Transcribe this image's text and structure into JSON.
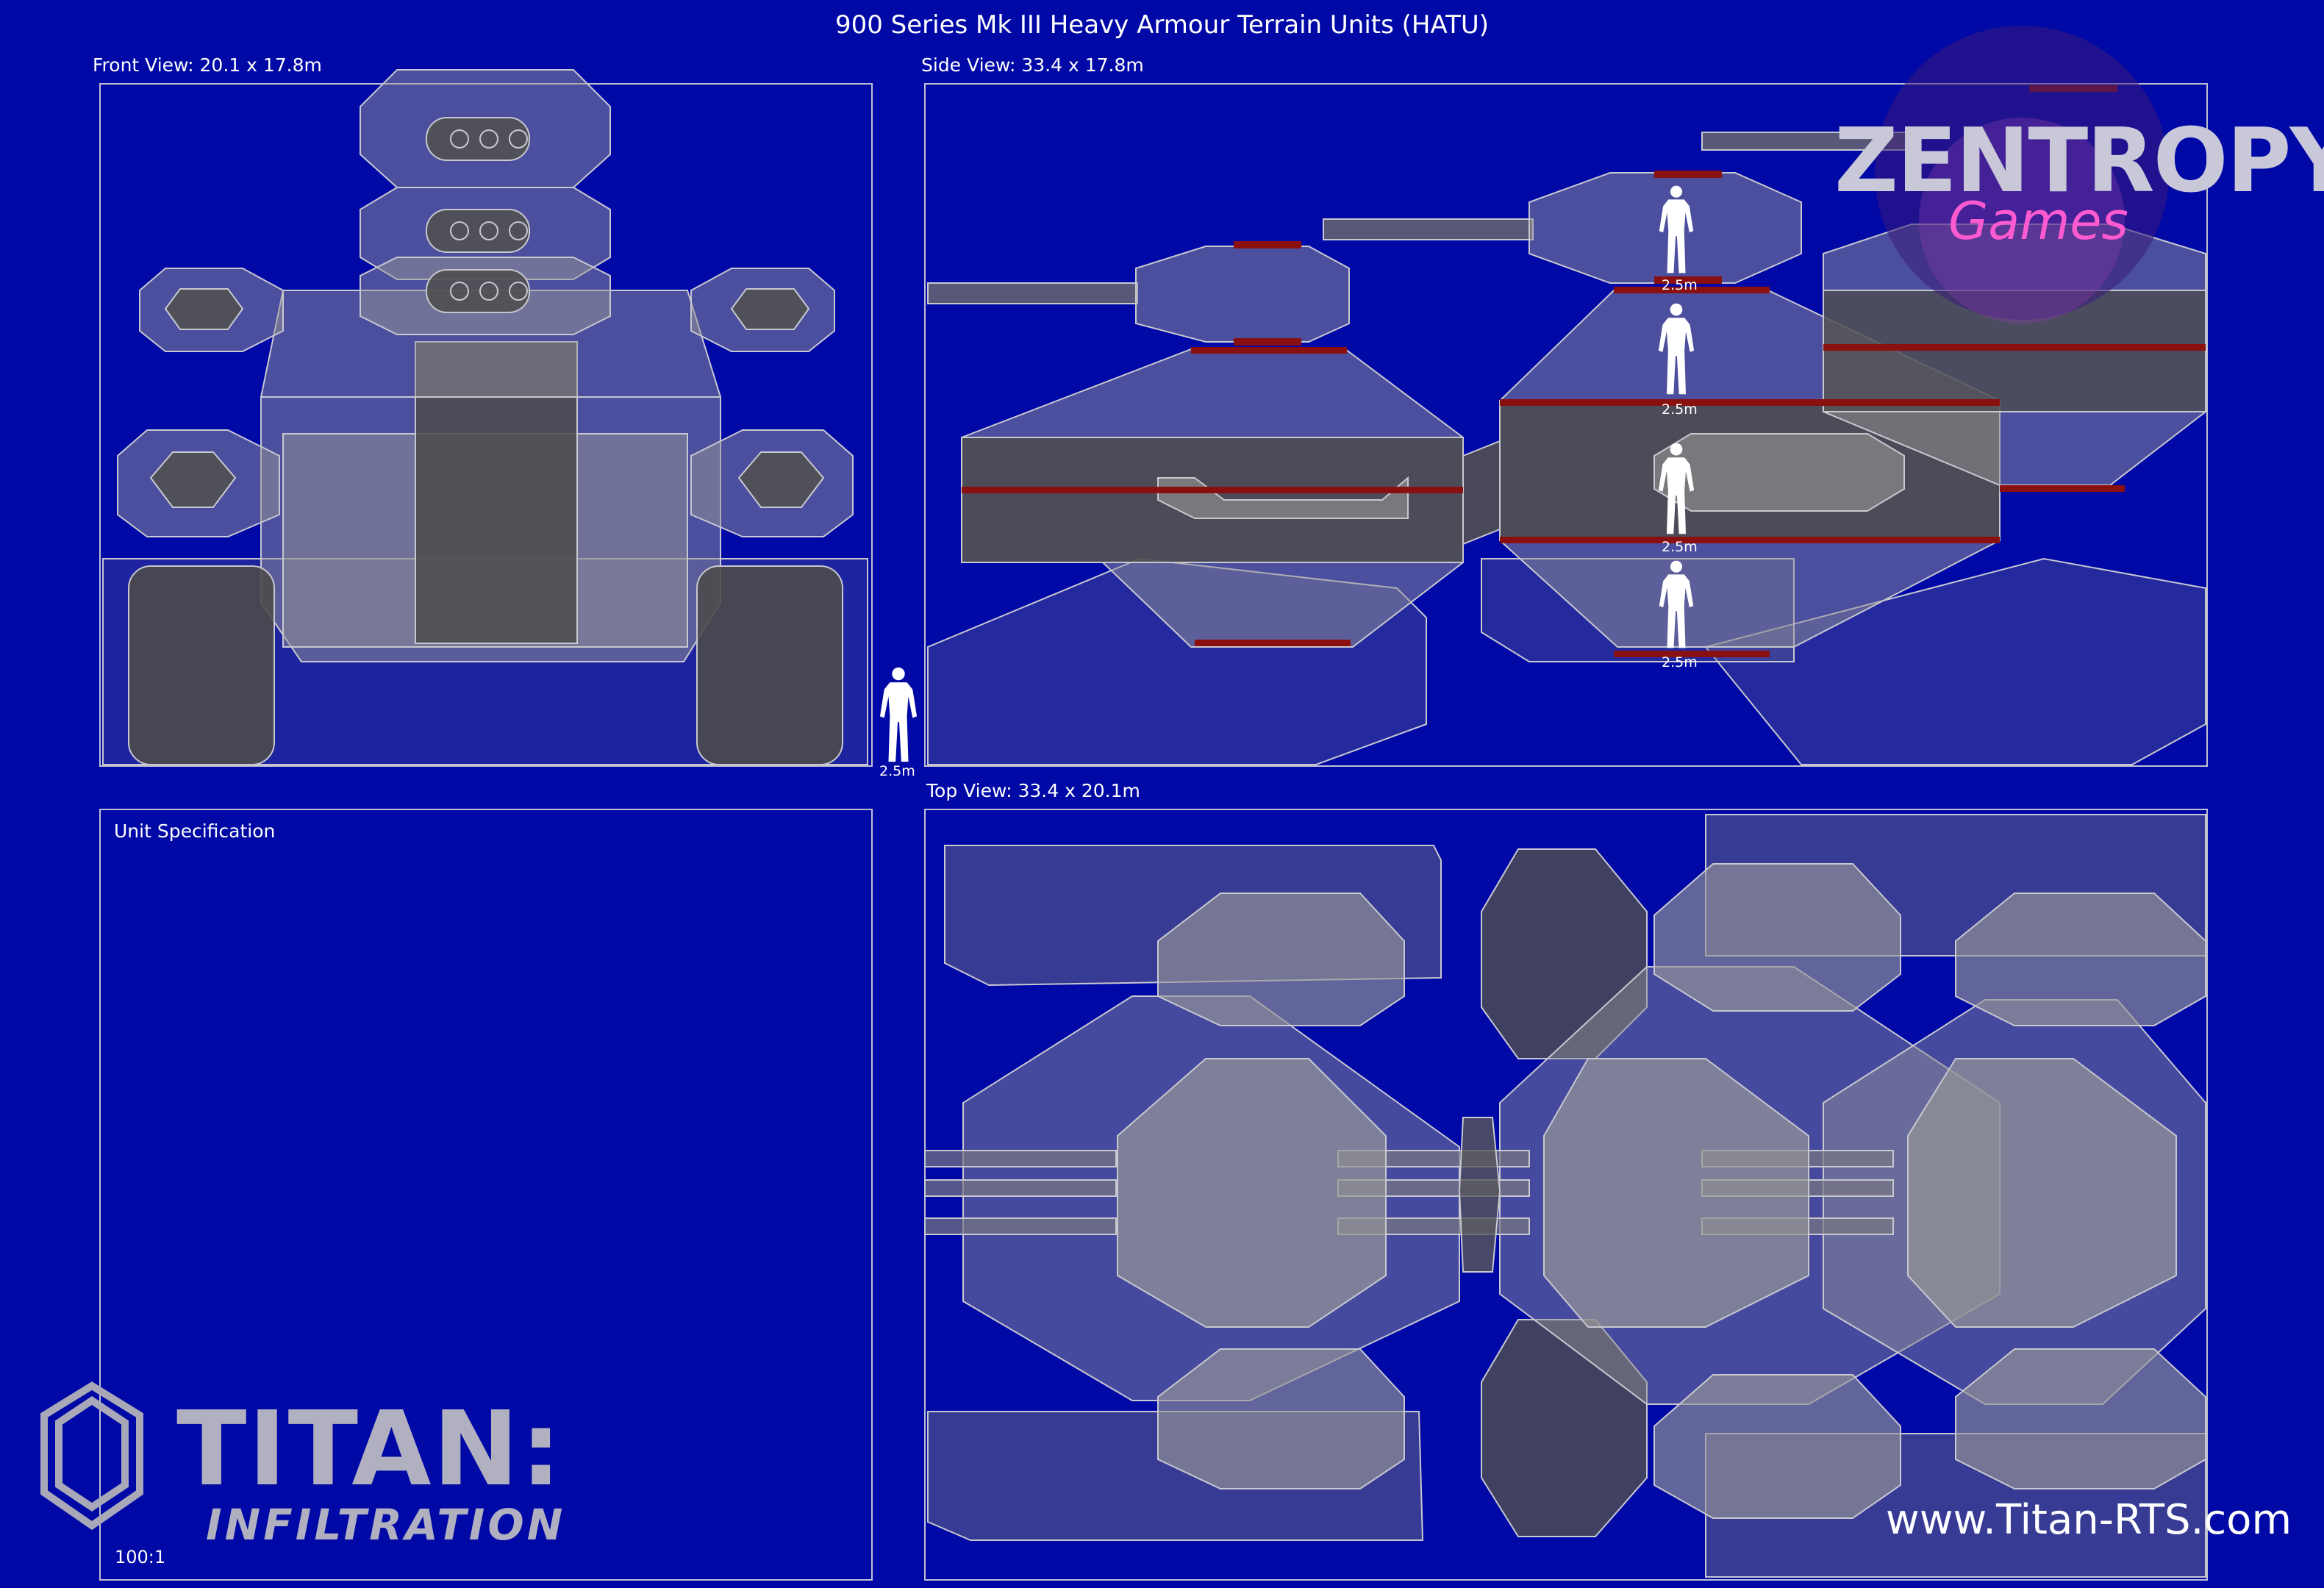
{
  "title": "900 Series Mk III Heavy Armour Terrain Units (HATU)",
  "views": {
    "front": "Front View: 20.1 x 17.8m",
    "side": "Side View: 33.4 x 17.8m",
    "top": "Top View: 33.4 x 20.1m",
    "spec": "Unit Specification"
  },
  "human_scale_label": "2.5m",
  "scale_ratio": "100:1",
  "website": "www.Titan-RTS.com",
  "logos": {
    "studio": "ZENTROPY",
    "studio_sub": "Games",
    "game_title": "TITAN:",
    "game_sub": "INFILTRATION"
  },
  "colors": {
    "background": "#0008a6",
    "panel_fill": "rgba(150,150,150,0.55)",
    "panel_dark": "#4a4a4a",
    "accent_red": "#8a0f0f",
    "line": "#c8c8d0"
  }
}
